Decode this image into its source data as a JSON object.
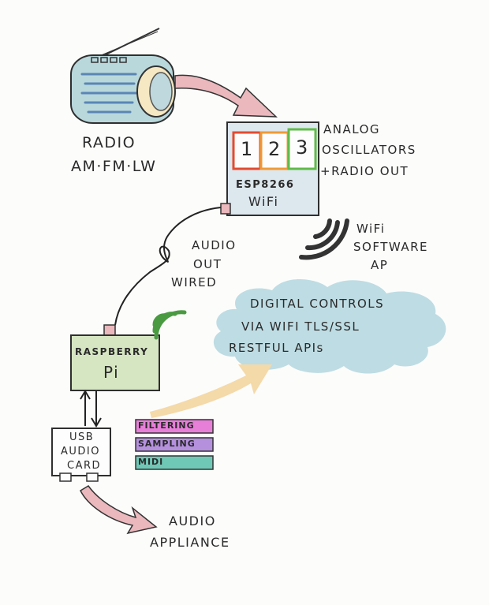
{
  "radio": {
    "line1": "RADIO",
    "line2": "AM·FM·LW"
  },
  "esp": {
    "osc_1": "1",
    "osc_2": "2",
    "osc_3": "3",
    "line1": "ESP8266",
    "line2": "WiFi",
    "osc_label_1": "ANALOG",
    "osc_label_2": "OSCILLATORS",
    "osc_label_3": "+RADIO OUT"
  },
  "wifi_ap": {
    "line1": "WiFi",
    "line2": "SOFTWARE",
    "line3": "AP"
  },
  "audio_out": {
    "line1": "AUDIO",
    "line2": "OUT",
    "line3": "WIRED"
  },
  "cloud": {
    "line1": "DIGITAL CONTROLS",
    "line2": "VIA WIFI TLS/SSL",
    "line3": "RESTFUL APIs"
  },
  "pi": {
    "line1": "RASPBERRY",
    "line2": "Pi"
  },
  "tags": {
    "filtering": "FILTERING",
    "sampling": "SAMPLING",
    "midi": "MIDI"
  },
  "usb": {
    "line1": "USB",
    "line2": "AUDIO",
    "line3": "CARD"
  },
  "appliance": {
    "line1": "AUDIO",
    "line2": "APPLIANCE"
  },
  "colors": {
    "radio_fill": "#b9d8dc",
    "esp_fill": "#dde7ee",
    "cloud_fill": "#bedce3",
    "pi_fill": "#d6e6c2",
    "arrow_pink": "#eab8bd",
    "arrow_peach": "#f4d9a9",
    "filtering": "#e77fd9",
    "sampling": "#b490dd",
    "midi": "#6fc8b6",
    "osc_1": "#e34b2f",
    "osc_2": "#ef9a35",
    "osc_3": "#5fbb48",
    "wifi_green": "#4a9a42"
  }
}
